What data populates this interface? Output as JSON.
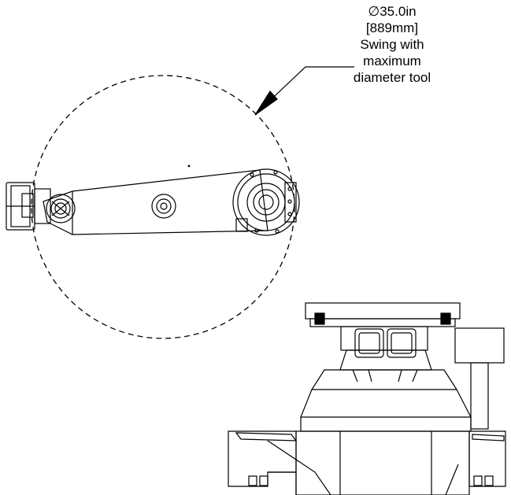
{
  "callout": {
    "diameter_in": "∅35.0in",
    "diameter_mm": "[889mm]",
    "line1": "Swing with",
    "line2": "maximum",
    "line3": "diameter tool"
  },
  "colors": {
    "line": "#000000",
    "background": "#ffffff"
  }
}
